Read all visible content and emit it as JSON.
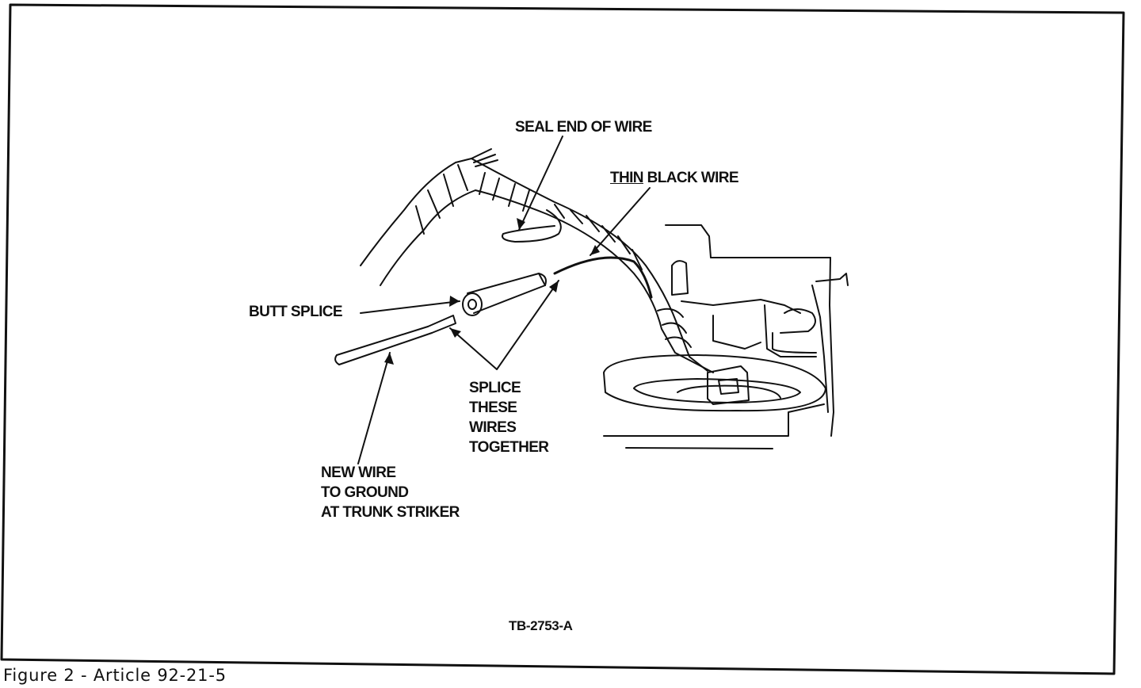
{
  "labels": {
    "seal_end": "SEAL END OF WIRE",
    "thin_black_wire_underlined": "THIN",
    "thin_black_wire_rest": " BLACK WIRE",
    "butt_splice": "BUTT SPLICE",
    "splice_together": [
      "SPLICE",
      "THESE",
      "WIRES",
      "TOGETHER"
    ],
    "new_wire": [
      "NEW WIRE",
      "TO GROUND",
      "AT TRUNK STRIKER"
    ]
  },
  "drawing_code": "TB-2753-A",
  "caption": "Figure 2 - Article 92-21-5",
  "colors": {
    "ink": "#111111",
    "background": "#ffffff"
  }
}
